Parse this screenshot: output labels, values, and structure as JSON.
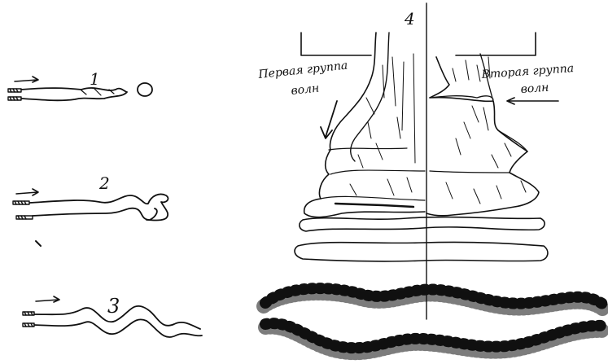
{
  "figure": {
    "panels": [
      {
        "id": "panel-1",
        "number": "1"
      },
      {
        "id": "panel-2",
        "number": "2"
      },
      {
        "id": "panel-3",
        "number": "3"
      },
      {
        "id": "panel-4",
        "number": "4"
      }
    ],
    "panel_4": {
      "left_caption_line1": "Первая группа",
      "left_caption_line2": "волн",
      "right_caption_line1": "Вторая группа",
      "right_caption_line2": "волн"
    }
  }
}
